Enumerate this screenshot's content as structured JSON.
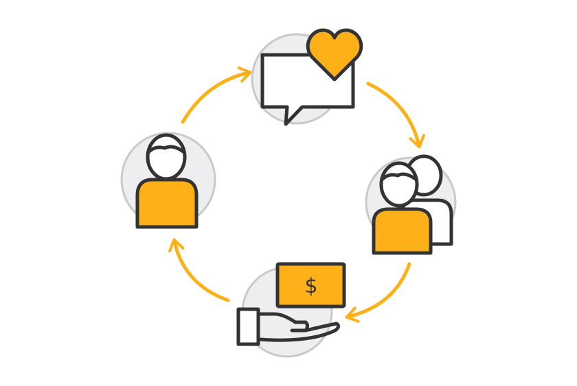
{
  "colors": {
    "accent": "#fdb018",
    "outline": "#333333",
    "backdrop": "#eeeef0"
  },
  "nodes": [
    {
      "id": "feedback",
      "icon": "chat-heart-icon"
    },
    {
      "id": "referral",
      "icon": "two-people-icon"
    },
    {
      "id": "payment",
      "icon": "hand-money-icon",
      "symbol": "$"
    },
    {
      "id": "customer",
      "icon": "person-icon"
    }
  ],
  "flow_direction": "clockwise"
}
